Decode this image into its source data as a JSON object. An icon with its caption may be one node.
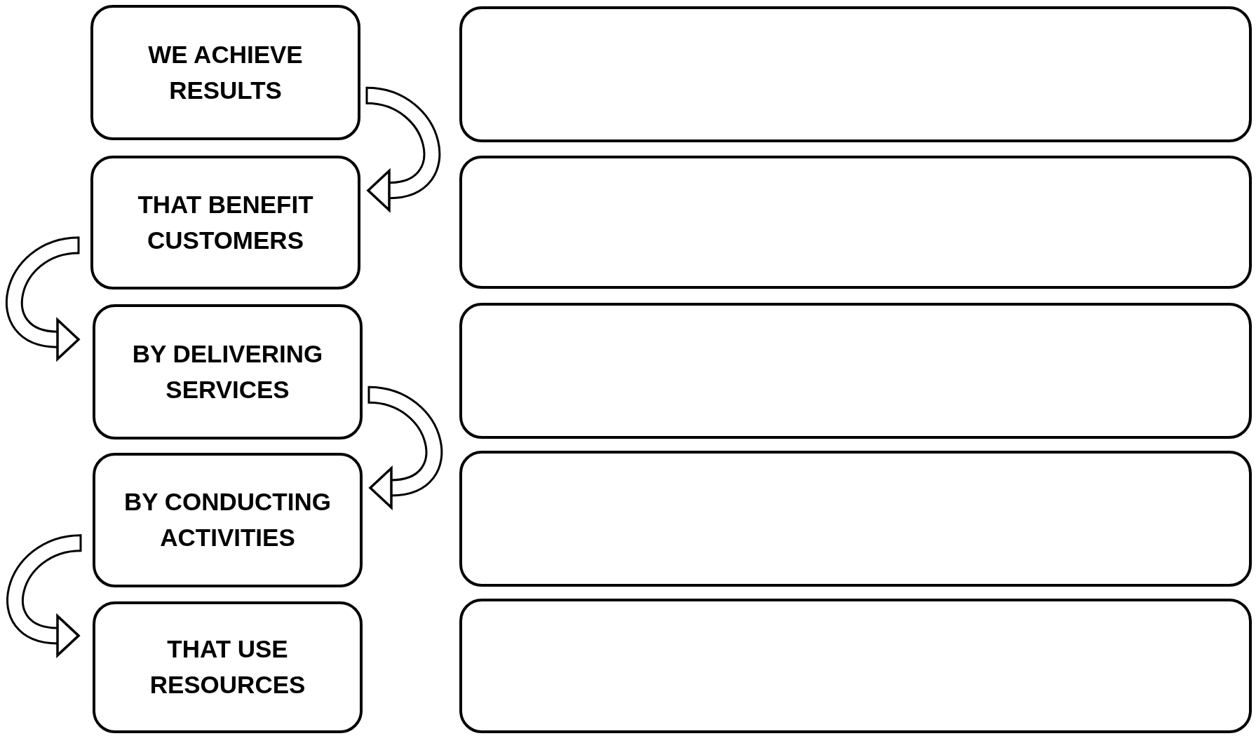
{
  "diagram": {
    "nodes": [
      {
        "text": [
          "WE ACHIEVE RESULTS"
        ]
      },
      {
        "text": [
          "THAT BENEFIT CUSTOMERS"
        ]
      },
      {
        "text": [
          "BY DELIVERING SERVICES"
        ]
      },
      {
        "text": [
          "BY CONDUCTING ACTIVITIES"
        ]
      },
      {
        "text": [
          "THAT USE RESOURCES"
        ]
      },
      {
        "text": [],
        "shape": "box"
      },
      {
        "text": [],
        "shape": "box"
      },
      {
        "text": [],
        "shape": "box"
      },
      {
        "text": [],
        "shape": "box"
      },
      {
        "text": [],
        "shape": "box"
      }
    ],
    "edges": [
      {
        "from": 0,
        "to": 1,
        "arrow": "to"
      },
      {
        "from": 1,
        "to": 2,
        "arrow": "to"
      },
      {
        "from": 2,
        "to": 3,
        "arrow": "to"
      },
      {
        "from": 3,
        "to": 4,
        "arrow": "to"
      }
    ]
  }
}
